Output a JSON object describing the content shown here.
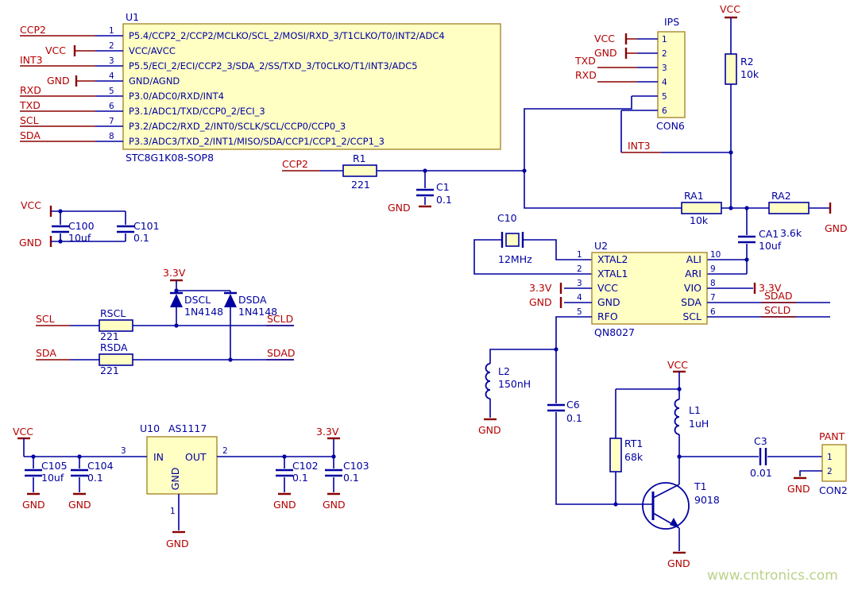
{
  "watermark": "www.cntronics.com",
  "power": {
    "vcc": "VCC",
    "gnd": "GND",
    "v33": "3.3V"
  },
  "nets": {
    "ccp2": "CCP2",
    "int3": "INT3",
    "rxd": "RXD",
    "txd": "TXD",
    "scl": "SCL",
    "sda": "SDA",
    "scld": "SCLD",
    "sdad": "SDAD"
  },
  "u1": {
    "ref": "U1",
    "part": "STC8G1K08-SOP8",
    "pins": [
      {
        "num": "1",
        "name": "P5.4/CCP2_2/CCP2/MCLKO/SCL_2/MOSI/RXD_3/T1CLKO/T0/INT2/ADC4"
      },
      {
        "num": "2",
        "name": "VCC/AVCC"
      },
      {
        "num": "3",
        "name": "P5.5/ECI_2/ECI/CCP2_3/SDA_2/SS/TXD_3/T0CLKO/T1/INT3/ADC5"
      },
      {
        "num": "4",
        "name": "GND/AGND"
      },
      {
        "num": "5",
        "name": "P3.0/ADC0/RXD/INT4"
      },
      {
        "num": "6",
        "name": "P3.1/ADC1/TXD/CCP0_2/ECI_3"
      },
      {
        "num": "7",
        "name": "P3.2/ADC2/RXD_2/INT0/SCLK/SCL/CCP0/CCP0_3"
      },
      {
        "num": "8",
        "name": "P3.3/ADC3/TXD_2/INT1/MISO/SDA/CCP1/CCP1_2/CCP1_3"
      }
    ]
  },
  "ips": {
    "ref": "IPS",
    "part": "CON6",
    "pins": [
      "1",
      "2",
      "3",
      "4",
      "5",
      "6"
    ]
  },
  "u2": {
    "ref": "U2",
    "part": "QN8027",
    "left": [
      {
        "num": "1",
        "name": "XTAL2"
      },
      {
        "num": "2",
        "name": "XTAL1"
      },
      {
        "num": "3",
        "name": "VCC"
      },
      {
        "num": "4",
        "name": "GND"
      },
      {
        "num": "5",
        "name": "RFO"
      }
    ],
    "right": [
      {
        "num": "10",
        "name": "ALI"
      },
      {
        "num": "9",
        "name": "ARI"
      },
      {
        "num": "8",
        "name": "VIO"
      },
      {
        "num": "7",
        "name": "SDA"
      },
      {
        "num": "6",
        "name": "SCL"
      }
    ]
  },
  "u10": {
    "ref": "U10",
    "part": "AS1117",
    "pin_in": "IN",
    "pin_out": "OUT",
    "pin_gnd": "GND",
    "num_in": "3",
    "num_out": "2",
    "num_gnd": "1"
  },
  "pant": {
    "ref": "PANT",
    "part": "CON2",
    "pins": [
      "1",
      "2"
    ]
  },
  "r1": {
    "ref": "R1",
    "value": "221"
  },
  "r2": {
    "ref": "R2",
    "value": "10k"
  },
  "ra1": {
    "ref": "RA1",
    "value": "10k"
  },
  "ra2": {
    "ref": "RA2",
    "value": "3.6k"
  },
  "rscl": {
    "ref": "RSCL",
    "value": "221"
  },
  "rsda": {
    "ref": "RSDA",
    "value": "221"
  },
  "rt1": {
    "ref": "RT1",
    "value": "68k"
  },
  "c1": {
    "ref": "C1",
    "value": "0.1"
  },
  "c3": {
    "ref": "C3",
    "value": "0.01"
  },
  "c6": {
    "ref": "C6",
    "value": "0.1"
  },
  "c10": {
    "ref": "C10",
    "value": "12MHz"
  },
  "c100": {
    "ref": "C100",
    "value": "10uf"
  },
  "c101": {
    "ref": "C101",
    "value": "0.1"
  },
  "c102": {
    "ref": "C102",
    "value": "0.1"
  },
  "c103": {
    "ref": "C103",
    "value": "0.1"
  },
  "c104": {
    "ref": "C104",
    "value": "0.1"
  },
  "c105": {
    "ref": "C105",
    "value": "10uf"
  },
  "ca1": {
    "ref": "CA1",
    "value": "10uf"
  },
  "l1": {
    "ref": "L1",
    "value": "1uH"
  },
  "l2": {
    "ref": "L2",
    "value": "150nH"
  },
  "dscl": {
    "ref": "DSCL",
    "value": "1N4148"
  },
  "dsda": {
    "ref": "DSDA",
    "value": "1N4148"
  },
  "t1": {
    "ref": "T1",
    "value": "9018"
  }
}
